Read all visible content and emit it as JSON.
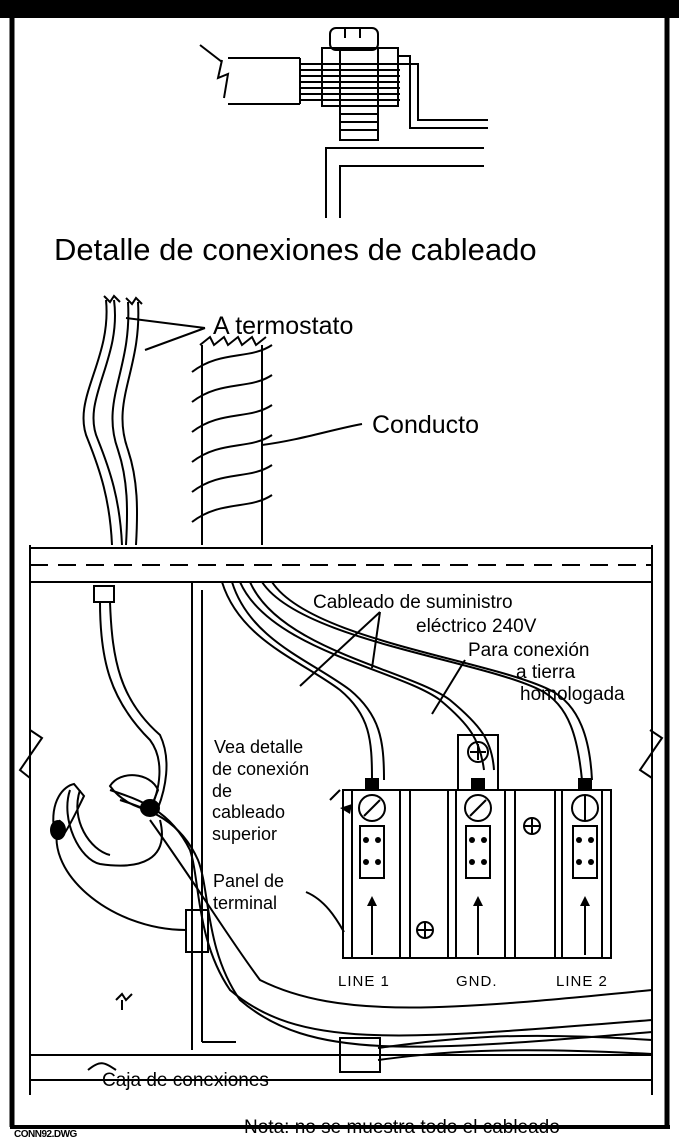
{
  "title": "Detalle de conexiones de cableado",
  "labels": {
    "thermostat": "A termostato",
    "conduit": "Conducto",
    "supply_line1": "Cableado de suministro",
    "supply_line2": "eléctrico 240V",
    "ground_line1": "Para conexión",
    "ground_line2": "a tierra",
    "ground_line3": "homologada",
    "see_detail_1": "Vea detalle",
    "see_detail_2": "de conexión",
    "see_detail_3": "de",
    "see_detail_4": "cableado",
    "see_detail_5": "superior",
    "panel_1": "Panel de",
    "panel_2": "terminal",
    "terminal_line1": "LINE 1",
    "terminal_gnd": "GND.",
    "terminal_line2": "LINE 2",
    "junction_box": "Caja de conexiones"
  },
  "footer": {
    "filename": "CONN92.DWG",
    "note": "Nota: no se muestra todo el cableado"
  }
}
